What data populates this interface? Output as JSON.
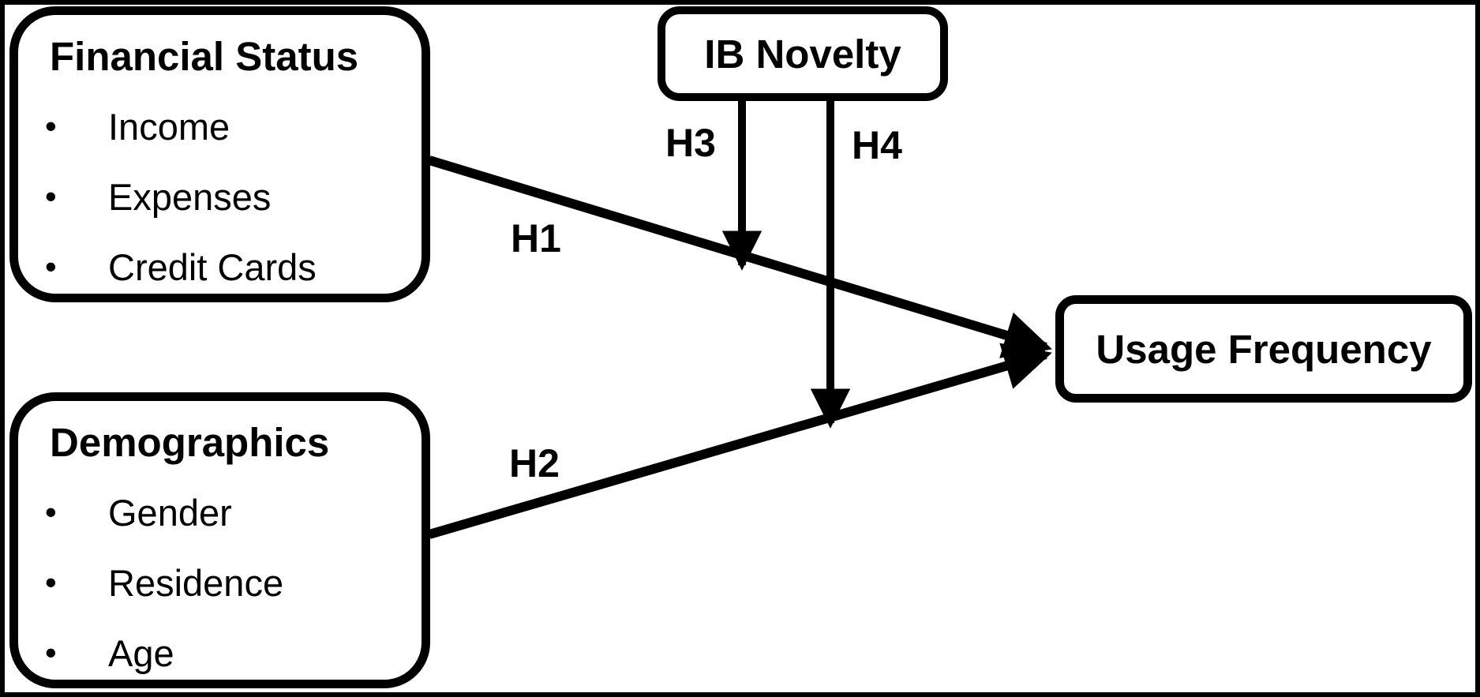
{
  "diagram": {
    "background": "#ffffff",
    "stroke_color": "#000000",
    "bullet_char": "•",
    "boxes": {
      "financial_status": {
        "title": "Financial Status",
        "items": [
          "Income",
          "Expenses",
          "Credit Cards"
        ]
      },
      "ib_novelty": {
        "title": "IB Novelty"
      },
      "demographics": {
        "title": "Demographics",
        "items": [
          "Gender",
          "Residence",
          "Age"
        ]
      },
      "usage_frequency": {
        "title": "Usage Frequency"
      }
    },
    "edges": [
      {
        "label": "H1",
        "from": "Financial Status",
        "to": "Usage Frequency"
      },
      {
        "label": "H2",
        "from": "Demographics",
        "to": "Usage Frequency"
      },
      {
        "label": "H3",
        "from": "IB Novelty",
        "to": "H1 arrow"
      },
      {
        "label": "H4",
        "from": "IB Novelty",
        "to": "H2 arrow"
      }
    ]
  }
}
